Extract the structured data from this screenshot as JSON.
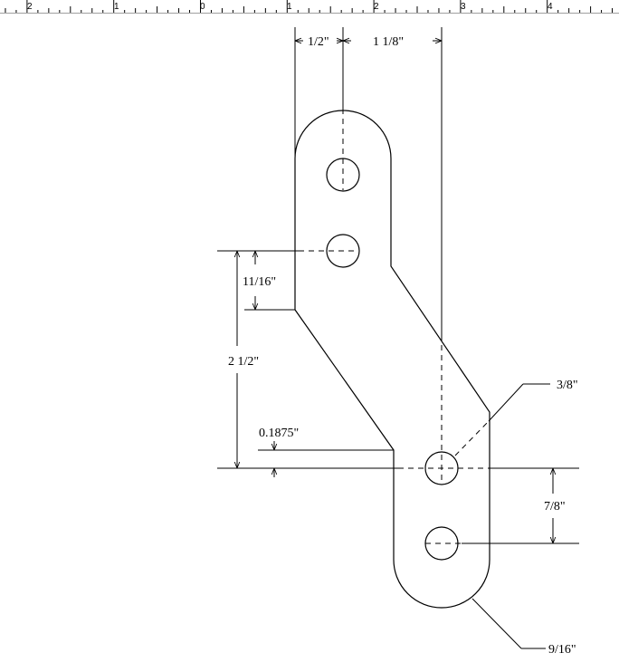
{
  "ruler": {
    "labels": [
      "2",
      "1",
      "0",
      "1",
      "2",
      "3",
      "4"
    ]
  },
  "dimensions": {
    "top_left": "1/2\"",
    "top_right": "1 1/8\"",
    "left_upper": "11/16\"",
    "left_lower": "2 1/2\"",
    "offset": "0.1875\"",
    "hole_diameter": "3/8\"",
    "right_spacing": "7/8\"",
    "radius": "9/16\""
  }
}
